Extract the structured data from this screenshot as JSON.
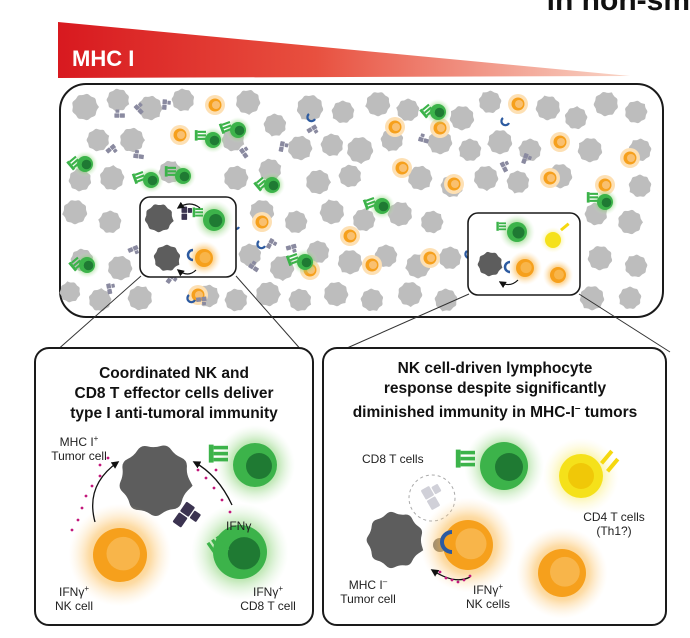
{
  "header": {
    "title_fragment": "in non-sm"
  },
  "banner": {
    "label": "MHC I"
  },
  "left_panel": {
    "title_lines": [
      "Coordinated NK and",
      "CD8 T effector cells deliver",
      "type I anti-tumoral immunity"
    ],
    "labels": {
      "tumor_base": "MHC I",
      "tumor_sup": "+",
      "tumor_line2": "Tumor cell",
      "ifng": "IFNγ",
      "nk_base": "IFNγ",
      "nk_sup": "+",
      "nk_line2": "NK cell",
      "cd8_base": "IFNγ",
      "cd8_sup": "+",
      "cd8_line2": "CD8 T cell"
    }
  },
  "right_panel": {
    "title_line1": "NK cell-driven lymphocyte",
    "title_line2": "response despite significantly",
    "title_line3_base": "diminished immunity in MHC-I",
    "title_line3_sup": "–",
    "title_line3_end": " tumors",
    "labels": {
      "cd8": "CD8 T cells",
      "cd4_line1": "CD4 T cells",
      "cd4_line2": "(Th1?)",
      "tumor_base": "MHC I",
      "tumor_sup": "–",
      "tumor_line2": "Tumor cell",
      "nk_base": "IFNγ",
      "nk_sup": "+",
      "nk_line2": "NK cells"
    }
  },
  "colors": {
    "banner_red": "#e0262b",
    "tumor_gray": "#bdbdbd",
    "tumor_dark": "#5d5d5d",
    "nk_orange": "#f5a623",
    "cd8_green": "#3cb34a",
    "cd4_yellow": "#f5e11a",
    "mhc_purple": "#3b3350",
    "dots_magenta": "#c2187b"
  },
  "icons": [
    "tumor-cell-icon",
    "nk-cell-icon",
    "cd8-t-cell-icon",
    "cd4-t-cell-icon",
    "tcr-receptor-icon",
    "mhc-molecule-icon",
    "cytokine-dot-icon"
  ]
}
